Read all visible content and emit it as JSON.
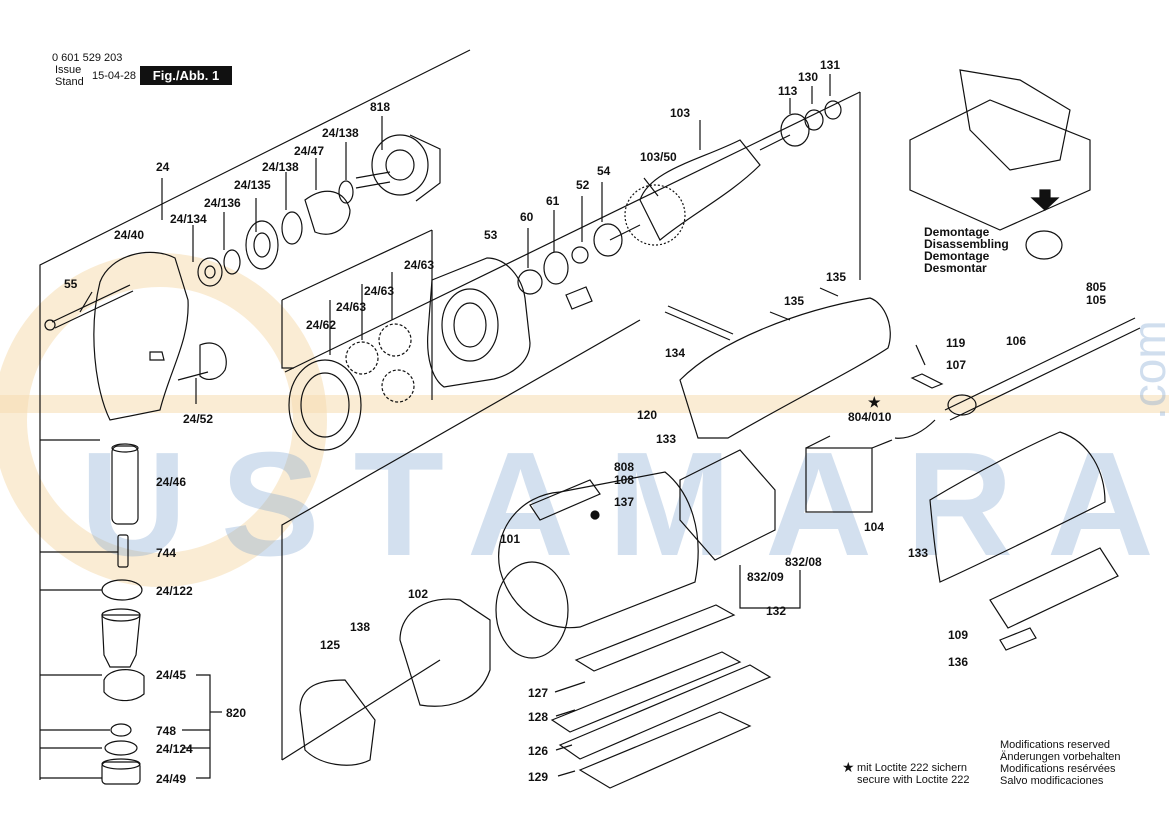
{
  "header": {
    "doc_number": "0 601 529 203",
    "issue_label": "Issue",
    "stand_label": "Stand",
    "date": "15-04-28",
    "fig_label": "Fig./Abb. 1"
  },
  "callouts": [
    "24",
    "24/40",
    "24/134",
    "24/136",
    "24/135",
    "24/138",
    "24/47",
    "24/138",
    "818",
    "55",
    "24/52",
    "24/46",
    "744",
    "24/122",
    "24/45",
    "748",
    "24/124",
    "24/49",
    "820",
    "24/62",
    "24/63",
    "24/63",
    "24/63",
    "53",
    "60",
    "61",
    "52",
    "54",
    "103",
    "103/50",
    "113",
    "130",
    "131",
    "135",
    "135",
    "134",
    "120",
    "133",
    "119",
    "107",
    "106",
    "805",
    "105",
    "804/010",
    "808",
    "108",
    "137",
    "101",
    "102",
    "125",
    "138",
    "127",
    "128",
    "126",
    "129",
    "832/09",
    "832/08",
    "132",
    "104",
    "133",
    "109",
    "136"
  ],
  "demontage": [
    "Demontage",
    "Disassembling",
    "Demontage",
    "Desmontar"
  ],
  "loctite": {
    "star": "★",
    "de": "mit Loctite 222 sichern",
    "en": "secure with Loctite 222"
  },
  "modifications": [
    "Modifications reserved",
    "Änderungen vorbehalten",
    "Modifications resérvées",
    "Salvo modificaciones"
  ],
  "watermark": {
    "text": "USTAMARA",
    "suffix": ".com"
  },
  "colors": {
    "line": "#111111",
    "watermark_orange": "#f3c98a",
    "watermark_blue": "#7fa5cf"
  }
}
